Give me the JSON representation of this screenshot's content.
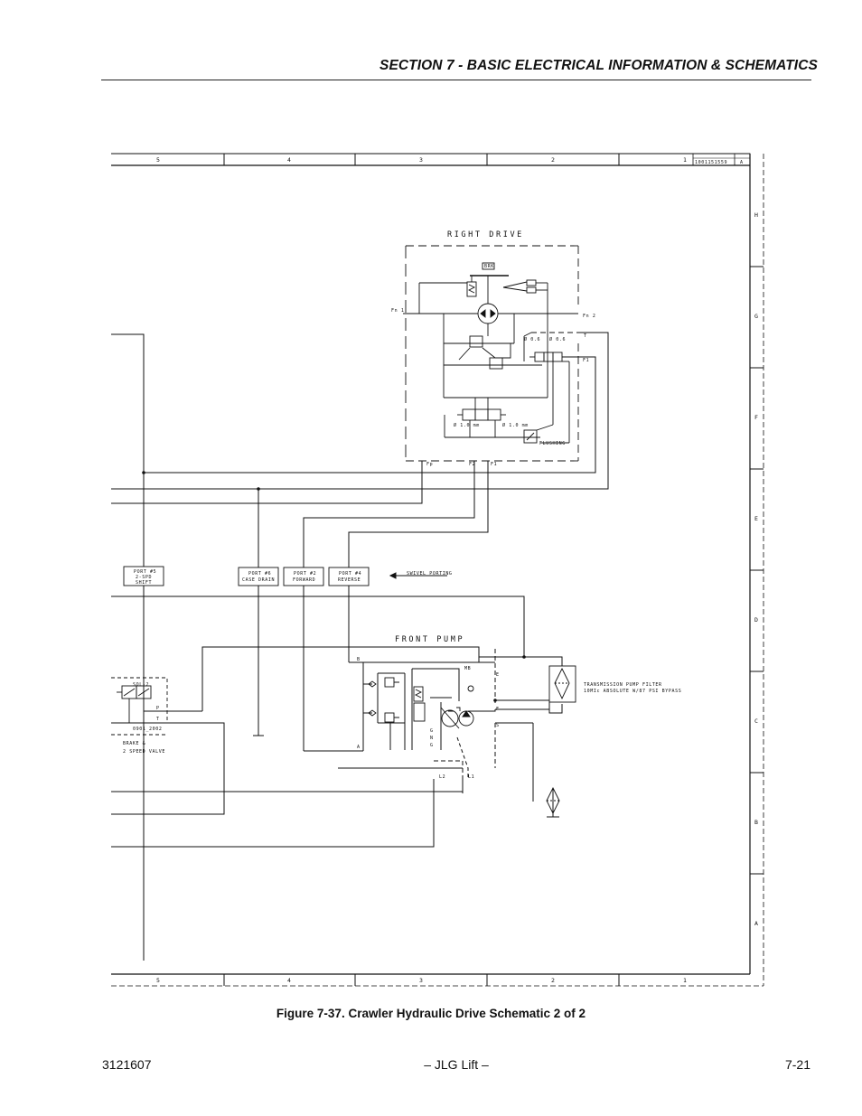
{
  "header": {
    "section_title": "SECTION 7 - BASIC ELECTRICAL INFORMATION & SCHEMATICS"
  },
  "schematic": {
    "title_block": {
      "drawing_number": "1001151559",
      "revision": "A"
    },
    "column_zones": [
      "5",
      "4",
      "3",
      "2",
      "1"
    ],
    "row_zones": [
      "H",
      "G",
      "F",
      "E",
      "D",
      "C",
      "B",
      "A"
    ],
    "right_drive": {
      "title": "RIGHT DRIVE",
      "port_fn1": "Fn 1",
      "port_fn2": "Fn 2",
      "port_t": "T",
      "port_f1": "F1",
      "port_fp": "Fp",
      "port_f2": "F2",
      "port_f3": "F1",
      "orifice_1": "Ø 0.6",
      "orifice_2": "Ø 0.6",
      "orifice_3": "Ø 1.0 mm",
      "orifice_4": "Ø 1.0 mm",
      "flushing": "FLUSHING",
      "brake_label": "BRK"
    },
    "swivel": {
      "port_5": [
        "PORT #5",
        "2-SPD",
        "SHIFT"
      ],
      "port_6": [
        "PORT #6",
        "CASE DRAIN"
      ],
      "port_2": [
        "PORT #2",
        "FORWARD"
      ],
      "port_4": [
        "PORT #4",
        "REVERSE"
      ],
      "swivel_porting": "SWIVEL PORTING"
    },
    "front_pump": {
      "title": "FRONT PUMP",
      "port_b": "B",
      "port_a": "A",
      "port_e": "E",
      "port_f": "F",
      "port_s": "S",
      "port_mb": "MB",
      "port_l2": "L2",
      "port_l1": "L1",
      "ports_g": [
        "G",
        "N",
        "G"
      ]
    },
    "filter": {
      "label_line1": "TRANSMISSION PUMP FILTER",
      "label_line2": "10MIc ABSOLUTE W/87 PSI BYPASS"
    },
    "valve": {
      "code": "SOL-2",
      "port_p": "P",
      "port_t": "T",
      "part_number": "0901_2002",
      "label_line1": "BRAKE &",
      "label_line2": "2 SPEED VALVE"
    }
  },
  "figure_caption": "Figure 7-37.  Crawler Hydraulic Drive Schematic 2 of 2",
  "footer": {
    "document_number": "3121607",
    "publisher": "– JLG Lift –",
    "page_number": "7-21"
  }
}
